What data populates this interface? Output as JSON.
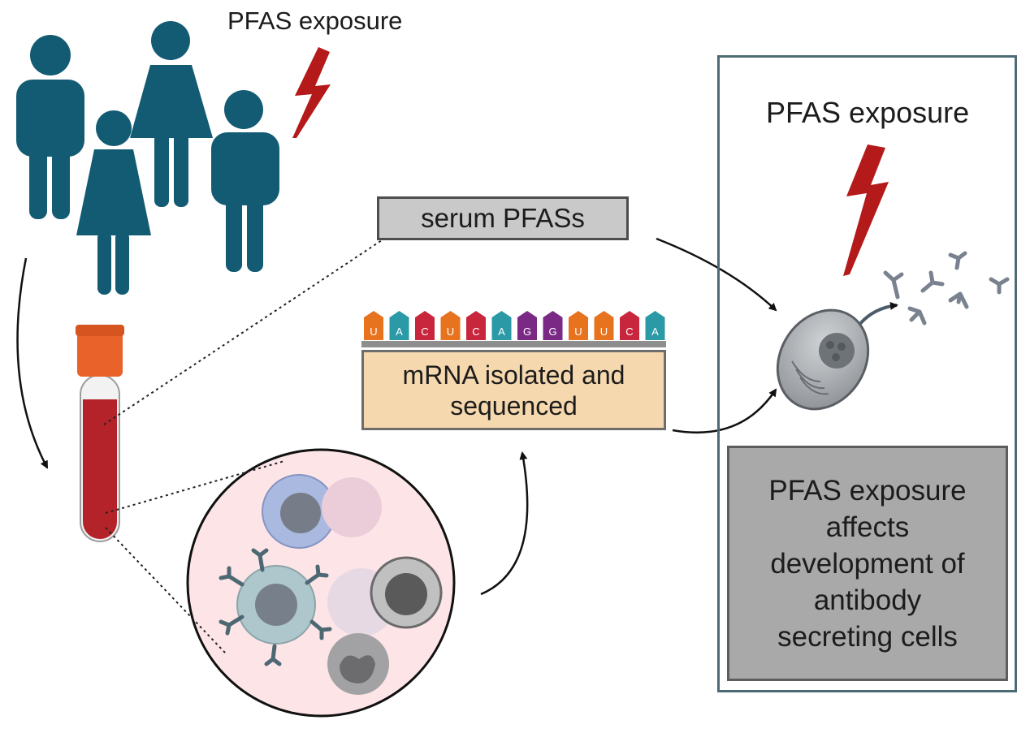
{
  "labels": {
    "top_exposure": "PFAS exposure",
    "right_exposure": "PFAS exposure",
    "serum": "serum PFASs",
    "mrna": "mRNA isolated and\nsequenced",
    "conclusion": "PFAS exposure\naffects\ndevelopment of\nantibody\nsecreting cells"
  },
  "nucleotides": [
    {
      "base": "U",
      "color": "#e8731f"
    },
    {
      "base": "A",
      "color": "#2b9aa6"
    },
    {
      "base": "C",
      "color": "#c8263c"
    },
    {
      "base": "U",
      "color": "#e8731f"
    },
    {
      "base": "C",
      "color": "#c8263c"
    },
    {
      "base": "A",
      "color": "#2b9aa6"
    },
    {
      "base": "G",
      "color": "#7a2a85"
    },
    {
      "base": "G",
      "color": "#7a2a85"
    },
    {
      "base": "U",
      "color": "#e8731f"
    },
    {
      "base": "U",
      "color": "#e8731f"
    },
    {
      "base": "C",
      "color": "#c8263c"
    },
    {
      "base": "A",
      "color": "#2b9aa6"
    }
  ],
  "colors": {
    "people": "#125b73",
    "lightning": "#b51a1a",
    "blood": "#b5232a",
    "tube_cap": "#e8622a",
    "panel_border": "#4c6b74"
  }
}
